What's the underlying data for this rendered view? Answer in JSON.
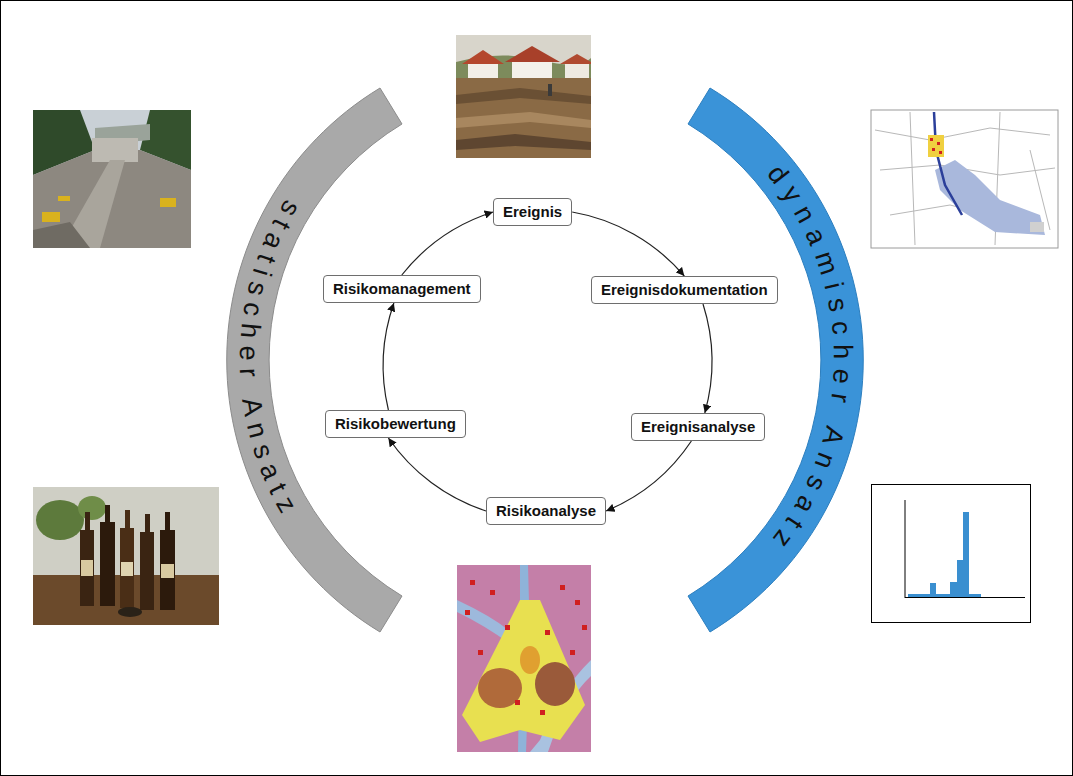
{
  "diagram": {
    "nodes": [
      {
        "text": [
          "Ereignis"
        ]
      },
      {
        "text": [
          "Ereignisdokumentation"
        ]
      },
      {
        "text": [
          "Ereignisanalyse"
        ]
      },
      {
        "text": [
          "Risikoanalyse"
        ]
      },
      {
        "text": [
          "Risikobewertung"
        ]
      },
      {
        "text": [
          "Risikomanagement"
        ]
      },
      {
        "text": [
          "statischer Ansatz"
        ]
      },
      {
        "text": [
          "dynamischer Ansatz"
        ]
      }
    ],
    "edges": [
      {
        "from": 0,
        "to": 1,
        "arrow": "to"
      },
      {
        "from": 1,
        "to": 2,
        "arrow": "to"
      },
      {
        "from": 2,
        "to": 3,
        "arrow": "to"
      },
      {
        "from": 3,
        "to": 4,
        "arrow": "to"
      },
      {
        "from": 4,
        "to": 5,
        "arrow": "to"
      },
      {
        "from": 5,
        "to": 0,
        "arrow": "to"
      }
    ]
  }
}
